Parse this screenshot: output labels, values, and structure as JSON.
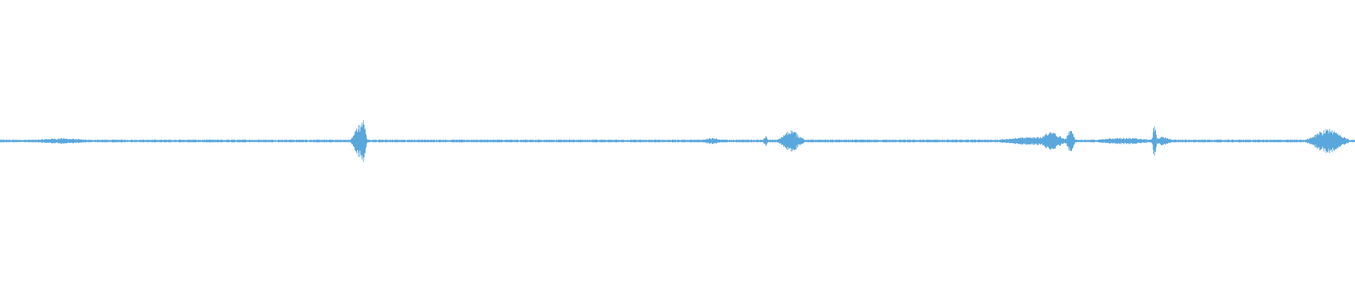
{
  "waveform": {
    "color": "#5aa7dc",
    "baseline_amplitude": 0.005,
    "duration_fraction_events": [
      {
        "center": 0.045,
        "width": 0.03,
        "amplitude": 0.01
      },
      {
        "center": 0.265,
        "width": 0.006,
        "amplitude": 0.06
      },
      {
        "center": 0.268,
        "width": 0.003,
        "amplitude": 0.08
      },
      {
        "center": 0.525,
        "width": 0.01,
        "amplitude": 0.012
      },
      {
        "center": 0.565,
        "width": 0.002,
        "amplitude": 0.02
      },
      {
        "center": 0.584,
        "width": 0.01,
        "amplitude": 0.04
      },
      {
        "center": 0.765,
        "width": 0.04,
        "amplitude": 0.015
      },
      {
        "center": 0.776,
        "width": 0.012,
        "amplitude": 0.032
      },
      {
        "center": 0.79,
        "width": 0.004,
        "amplitude": 0.04
      },
      {
        "center": 0.83,
        "width": 0.03,
        "amplitude": 0.012
      },
      {
        "center": 0.852,
        "width": 0.002,
        "amplitude": 0.06
      },
      {
        "center": 0.858,
        "width": 0.01,
        "amplitude": 0.015
      },
      {
        "center": 0.98,
        "width": 0.016,
        "amplitude": 0.045
      }
    ]
  }
}
